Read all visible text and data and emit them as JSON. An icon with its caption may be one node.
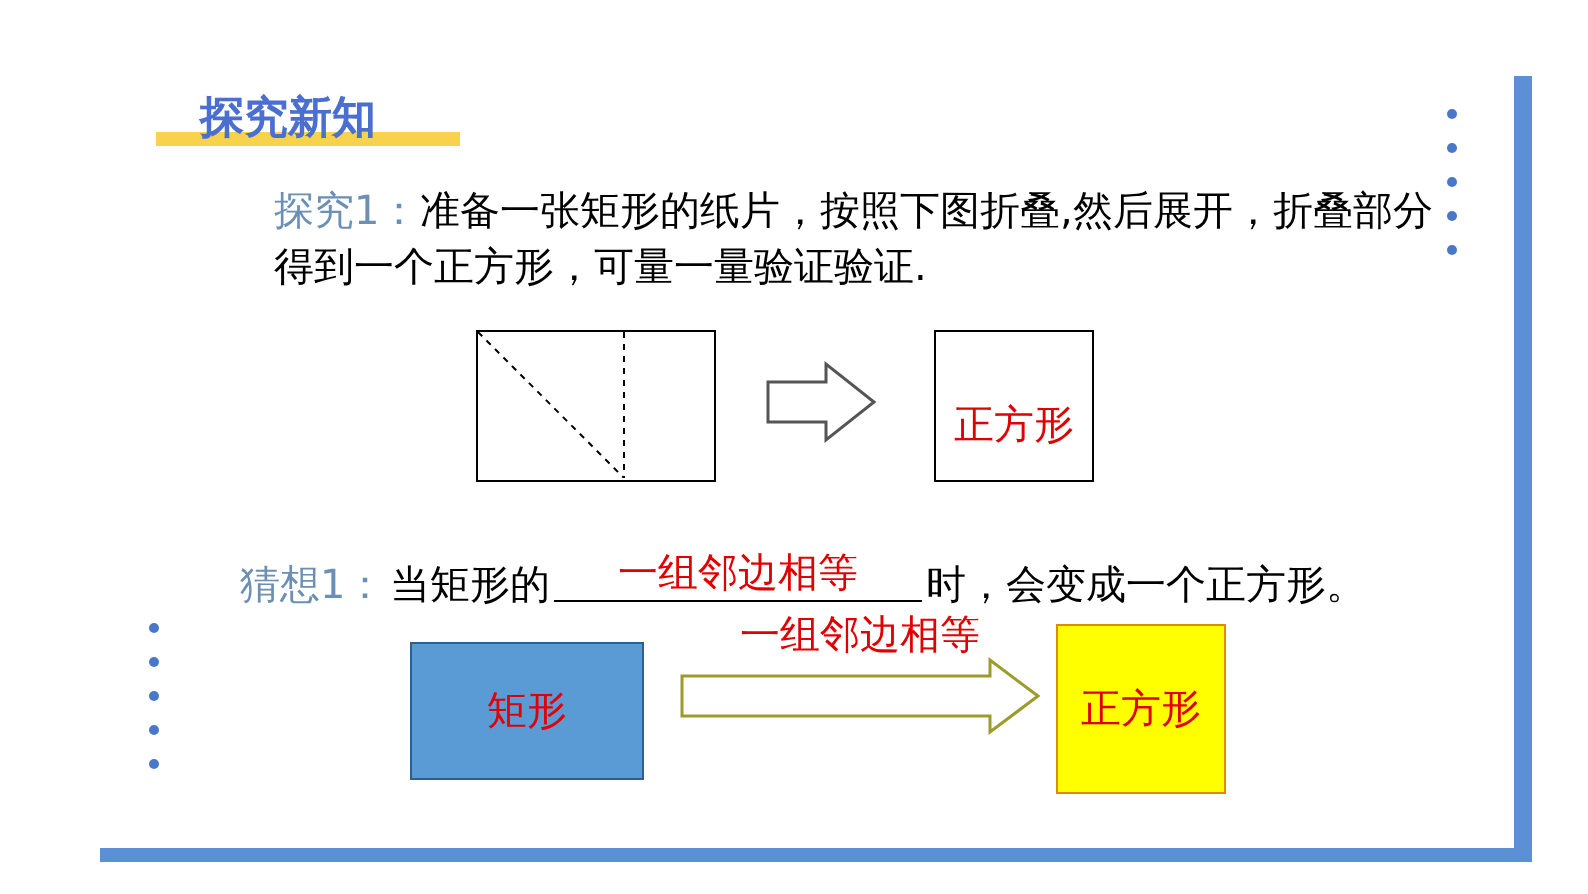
{
  "diagram": {
    "title": "探究新知",
    "nodes": [
      {
        "text": [],
        "shape": "box"
      },
      {
        "text": [
          "正方形"
        ]
      },
      {
        "text": [
          "矩形"
        ]
      },
      {
        "text": [
          "正方形"
        ]
      }
    ],
    "edges": [
      {
        "from": 0,
        "to": 1,
        "arrow": "to"
      },
      {
        "from": 2,
        "to": 3,
        "arrow": "to",
        "label": "一组邻边相等",
        "color": "#9c9c2c"
      }
    ],
    "labels": [
      "探究1：",
      "准备一张矩形的纸片，按照下图折叠,然后展开，折叠部分得到一个正方形，可量一量验证验证.",
      "猜想1：",
      "当矩形的",
      "一组邻边相等",
      "时，会变成一个正方形。"
    ]
  }
}
